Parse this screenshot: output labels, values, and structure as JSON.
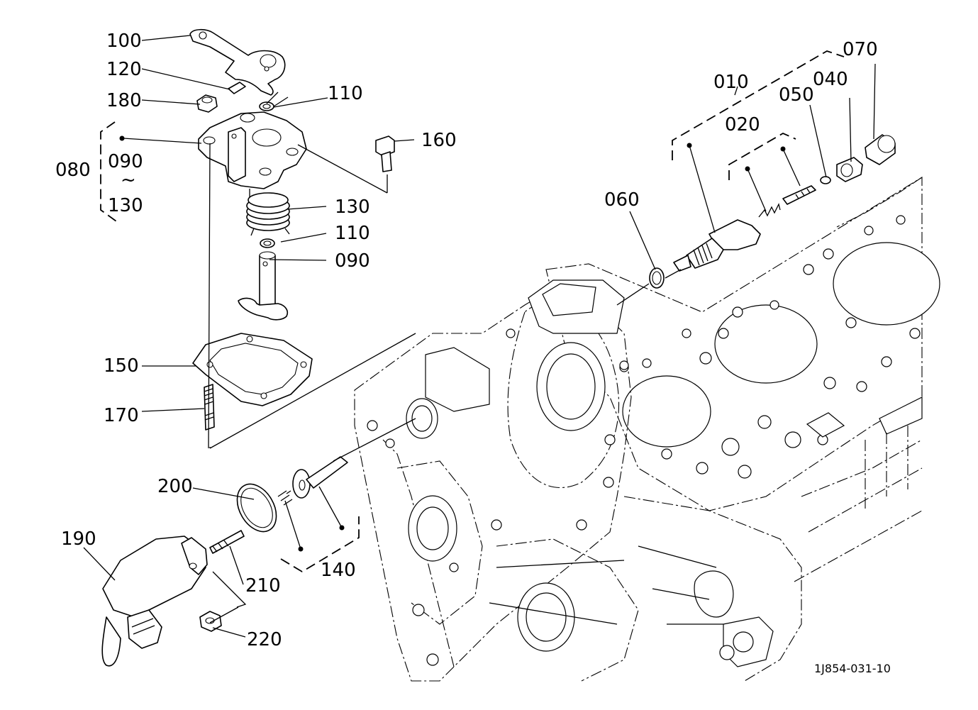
{
  "drawing_code": "1J854-031-10",
  "labels": {
    "p100": "100",
    "p120": "120",
    "p180": "180",
    "p080": "080",
    "p090a": "090",
    "tilde": "~",
    "p130a": "130",
    "p110a": "110",
    "p160": "160",
    "p130b": "130",
    "p110b": "110",
    "p090b": "090",
    "p150": "150",
    "p170": "170",
    "p200": "200",
    "p190": "190",
    "p210": "210",
    "p220": "220",
    "p140": "140",
    "p010": "010",
    "p020": "020",
    "p050": "050",
    "p040": "040",
    "p070": "070",
    "p060": "060"
  }
}
